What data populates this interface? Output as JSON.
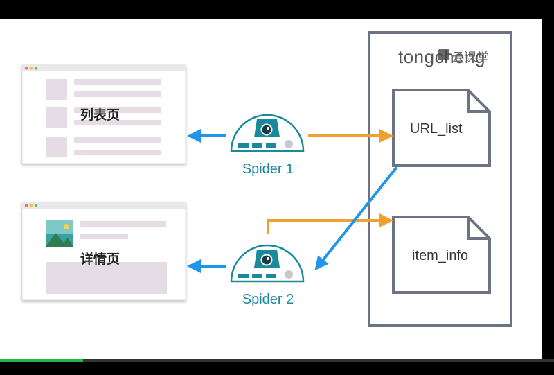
{
  "colors": {
    "arrow_blue": "#2196e8",
    "arrow_orange": "#f0a030",
    "teal": "#1a8a9a",
    "box_border": "#6b7385",
    "placeholder": "#e6dce6",
    "slide_bg": "#ffffff",
    "progress": "#27b24a"
  },
  "pages": {
    "list_page": {
      "label": "列表页"
    },
    "detail_page": {
      "label": "详情页"
    }
  },
  "spiders": {
    "spider1": {
      "label": "Spider 1"
    },
    "spider2": {
      "label": "Spider 2"
    }
  },
  "storage": {
    "watermark": "tongcheng",
    "watermark_logo": "云课堂",
    "files": {
      "url_list": {
        "label": "URL_list"
      },
      "item_info": {
        "label": "item_info"
      }
    }
  },
  "video": {
    "progress": 0.15
  }
}
